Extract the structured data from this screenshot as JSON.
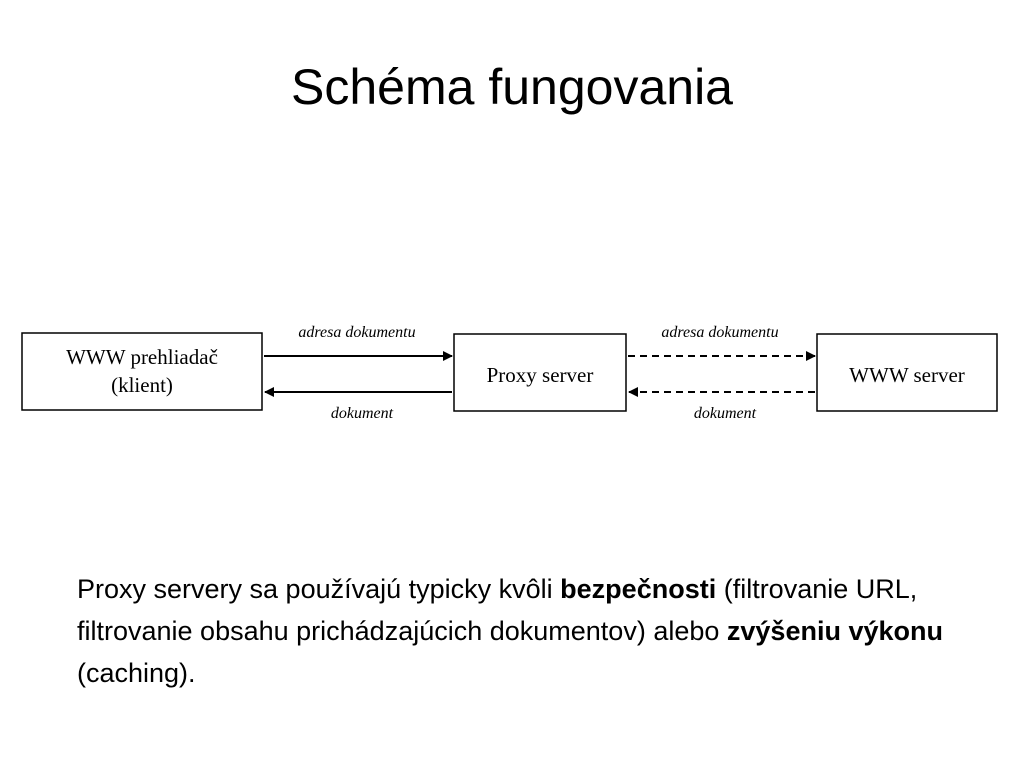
{
  "title": "Schéma fungovania",
  "diagram": {
    "nodes": {
      "client": {
        "line1": "WWW prehliadač",
        "line2": "(klient)"
      },
      "proxy": {
        "label": "Proxy server"
      },
      "server": {
        "label": "WWW server"
      }
    },
    "edges": {
      "client_to_proxy": {
        "label": "adresa dokumentu",
        "style": "solid"
      },
      "proxy_to_client": {
        "label": "dokument",
        "style": "solid"
      },
      "proxy_to_server": {
        "label": "adresa dokumentu",
        "style": "dashed"
      },
      "server_to_proxy": {
        "label": "dokument",
        "style": "dashed"
      }
    }
  },
  "body": {
    "part1": "Proxy servery sa používajú typicky kvôli ",
    "bold1": "bezpečnosti",
    "part2": " (filtrovanie URL, filtrovanie obsahu prichádzajúcich dokumentov) alebo ",
    "bold2": "zvýšeniu výkonu",
    "part3": " (caching)."
  }
}
